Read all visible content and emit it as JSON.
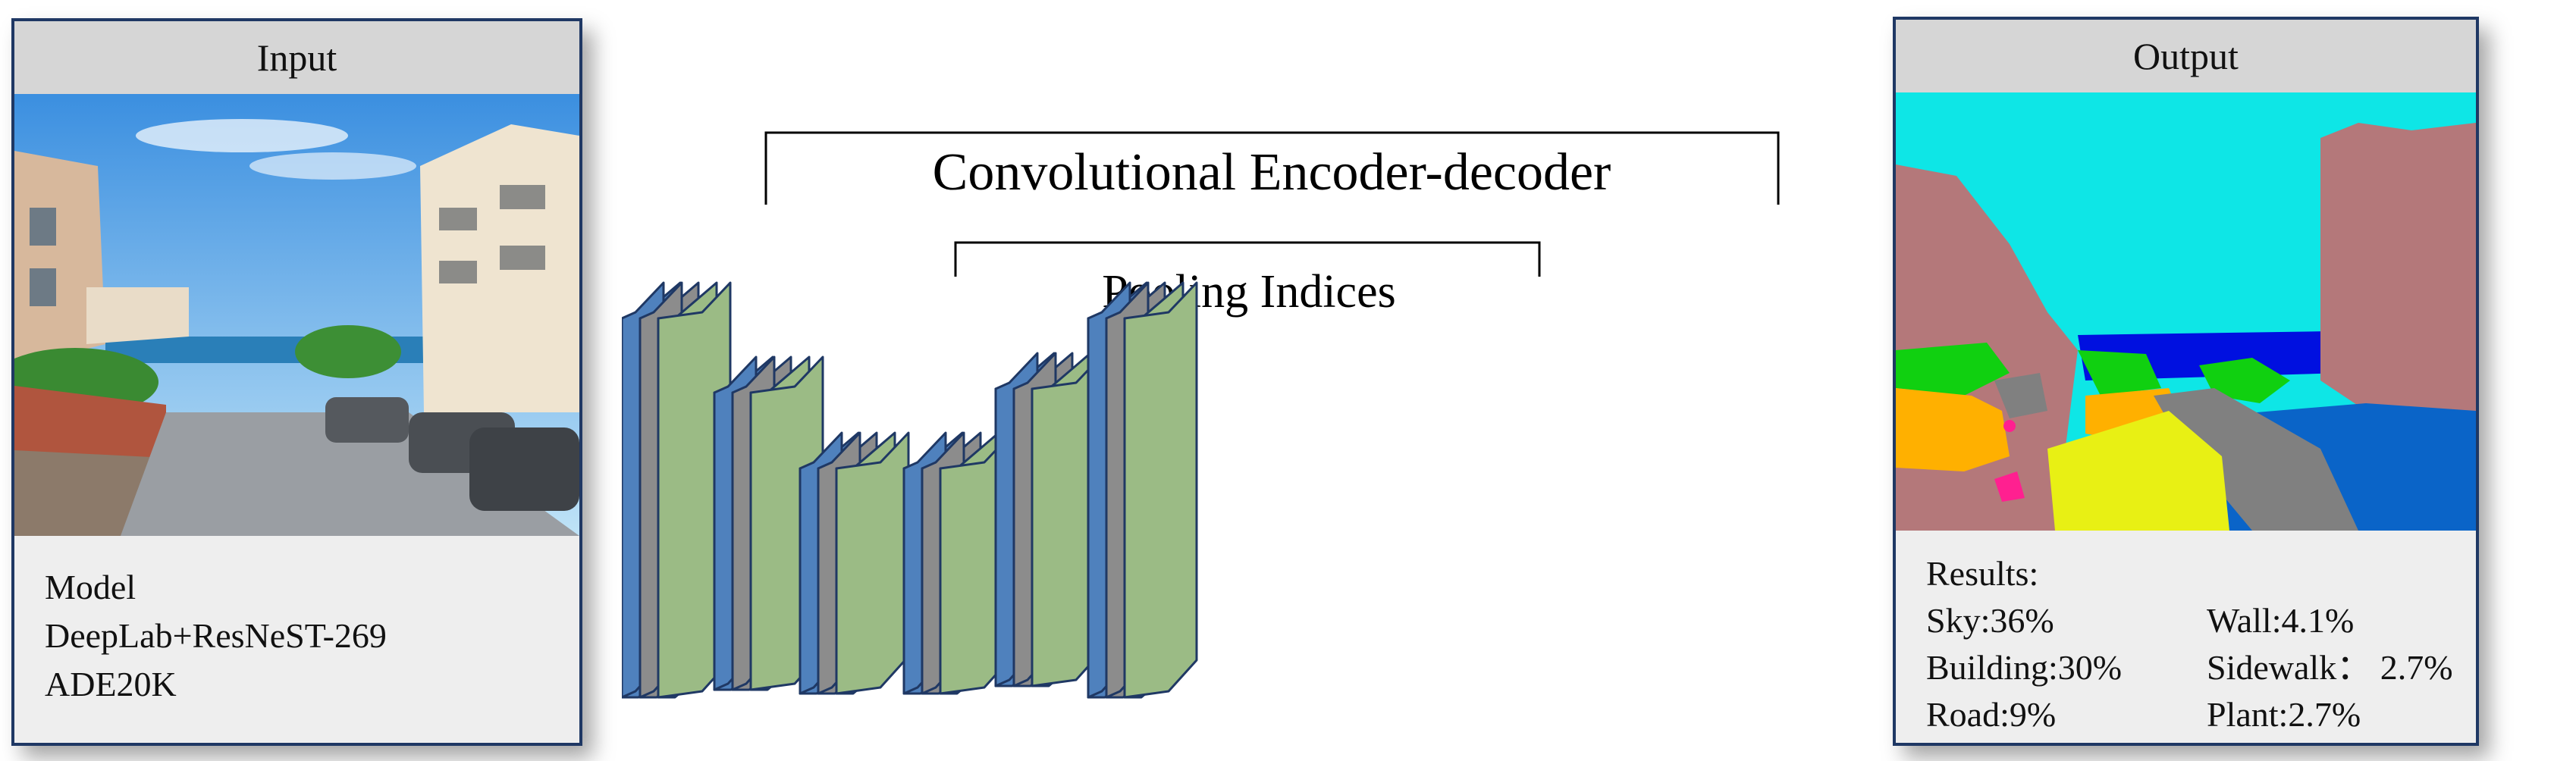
{
  "input_panel": {
    "title": "Input",
    "model_heading": "Model",
    "model_name": "DeepLab+ResNeST-269",
    "dataset": "ADE20K"
  },
  "network": {
    "encoder_decoder_label": "Convolutional  Encoder-decoder",
    "pooling_label": "Pooling Indices",
    "colors": {
      "blue": "#4f81bd",
      "gray": "#8c8c8c",
      "green": "#9bbb85",
      "edge": "#1f3864"
    }
  },
  "output_panel": {
    "title": "Output",
    "results_heading": "Results:",
    "results": [
      {
        "left": "Sky:36%",
        "right": "Wall:4.1%"
      },
      {
        "left": "Building:30%",
        "right": "Sidewalk： 2.7%"
      },
      {
        "left": "Road:9%",
        "right": "Plant:2.7%"
      }
    ],
    "segment_colors": {
      "sky": "#0ee6e6",
      "building": "#b4787a",
      "road": "#e8f014",
      "sidewalk": "#ffb000",
      "water": "#0a64c8",
      "sea": "#0010e0",
      "plant": "#10d010",
      "car": "#808080",
      "fence": "#d69a6a",
      "person": "#ff2090"
    }
  }
}
